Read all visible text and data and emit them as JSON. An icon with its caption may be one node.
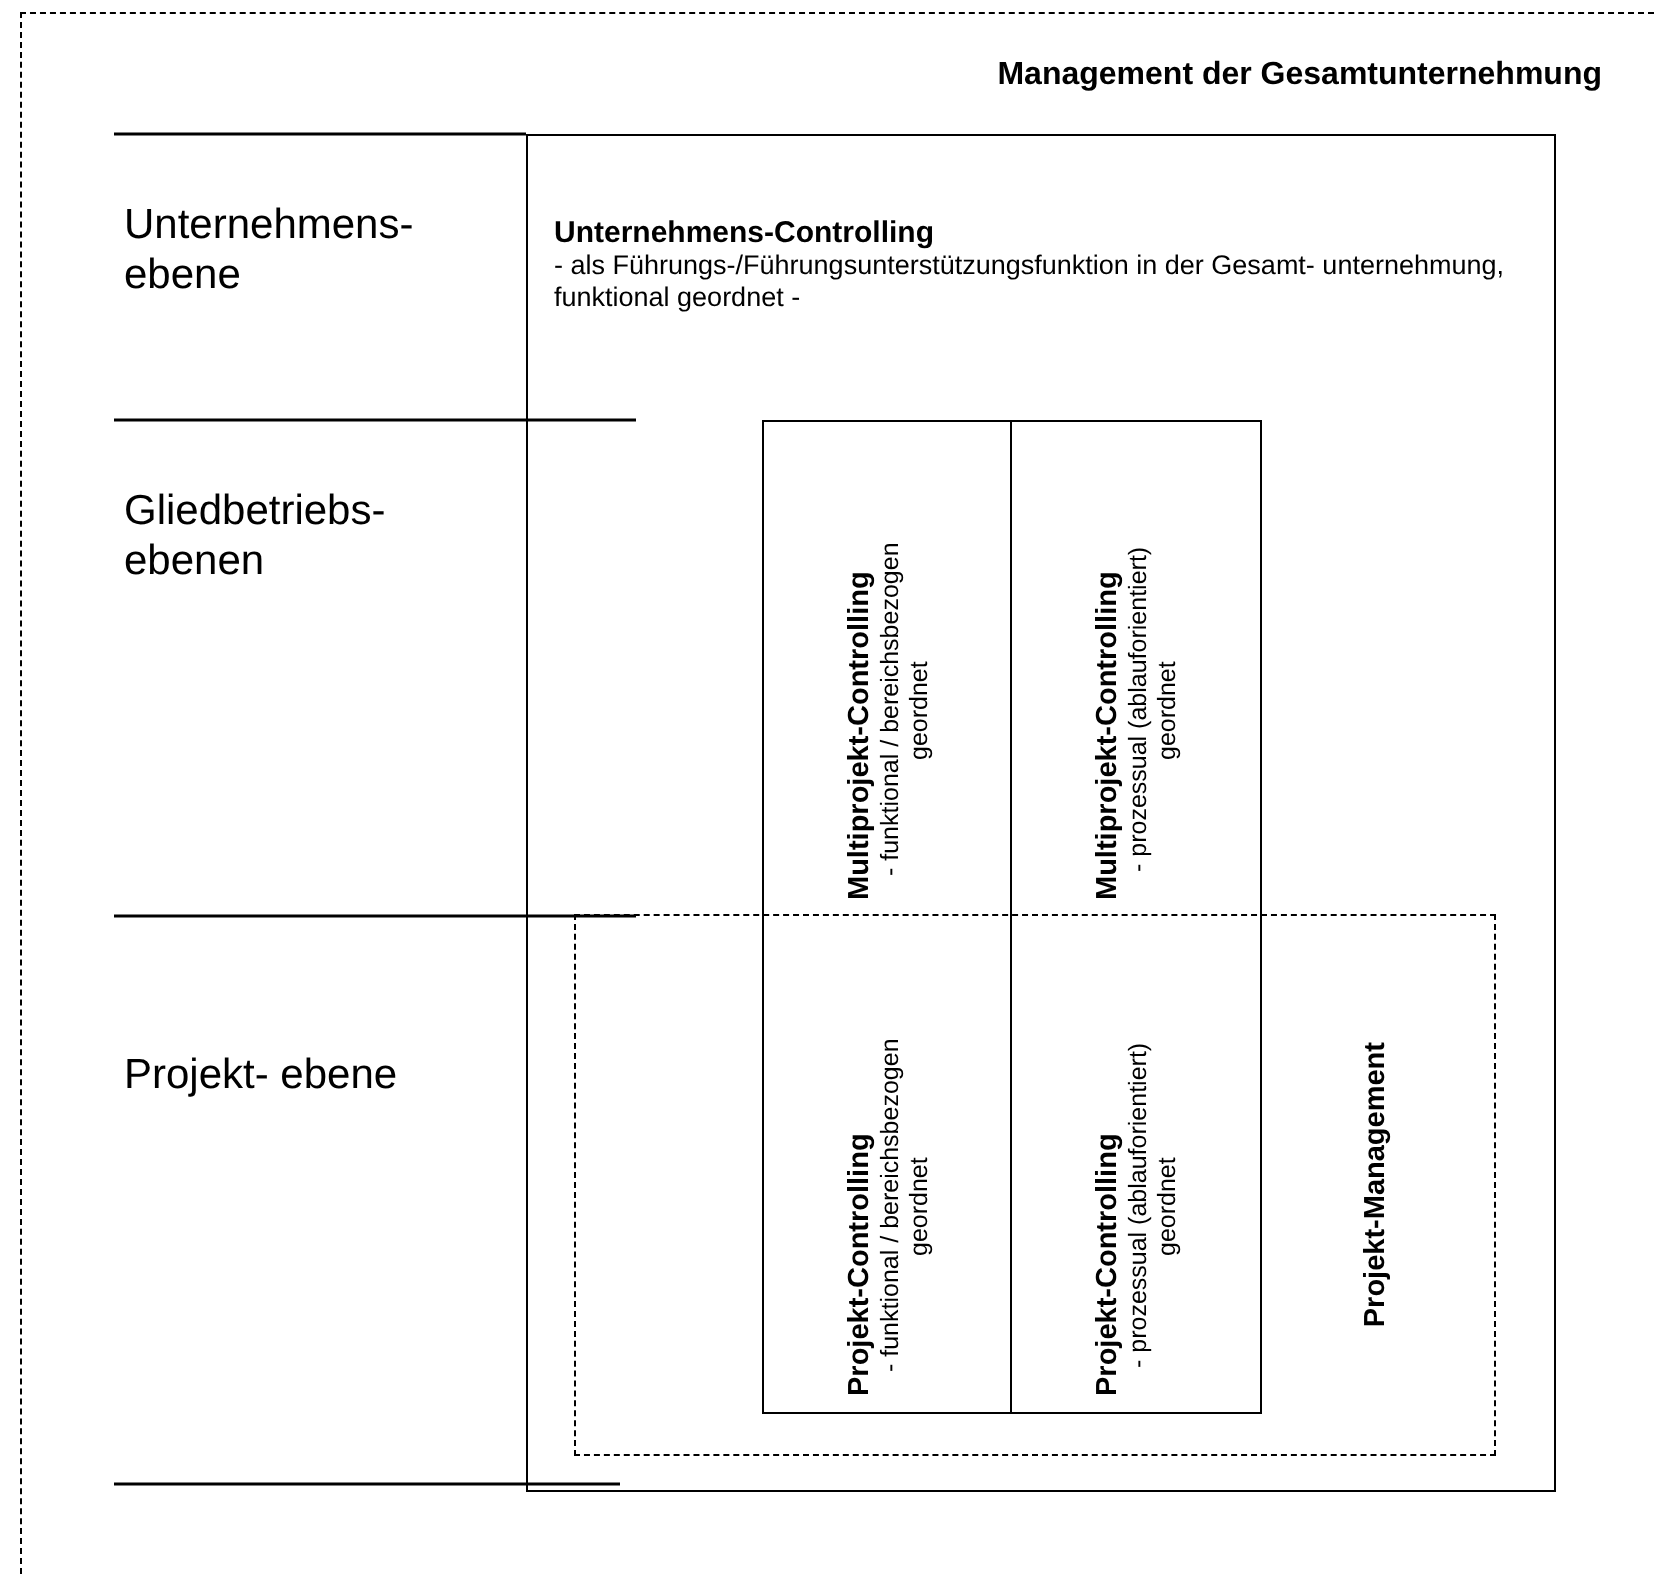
{
  "diagram": {
    "nodes": [
      {
        "text": [
          "Management der Gesamtunternehmung"
        ]
      },
      {
        "text": [
          "Unternehmens-Controlling",
          "- als Führungs-/Führungsunterstützungsfunktion in der Gesamt- unternehmung, funktional geordnet -"
        ],
        "in": 0
      },
      {
        "text": [
          "Multiprojekt-Controlling",
          "- funktional / bereichsbezogen geordnet"
        ],
        "in": 1
      },
      {
        "text": [
          "Multiprojekt-Controlling",
          "- prozessual (ablauforientiert) geordnet"
        ],
        "in": 1
      },
      {
        "text": [
          "Projekt-Management"
        ],
        "in": 1
      },
      {
        "text": [
          "Projekt-Controlling",
          "- funktional / bereichsbezogen geordnet"
        ],
        "in": 4
      },
      {
        "text": [
          "Projekt-Controlling",
          "- prozessual (ablauforientiert) geordnet"
        ],
        "in": 4
      }
    ],
    "labels": [
      "Unternehmens- ebene",
      "Gliedbetriebs- ebenen",
      "Projekt- ebene"
    ]
  }
}
